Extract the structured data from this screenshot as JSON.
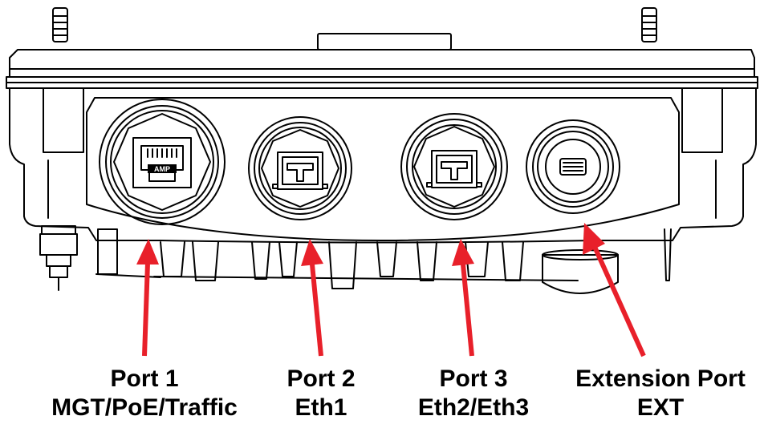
{
  "ports": [
    {
      "id": "port1",
      "name": "Port 1",
      "function": "MGT/PoE/Traffic",
      "connector": "rj45-amp"
    },
    {
      "id": "port2",
      "name": "Port 2",
      "function": "Eth1",
      "connector": "sfp"
    },
    {
      "id": "port3",
      "name": "Port 3",
      "function": "Eth2/Eth3",
      "connector": "sfp"
    },
    {
      "id": "ext",
      "name": "Extension Port",
      "function": "EXT",
      "connector": "extension"
    }
  ],
  "connector_badge": "AMP",
  "colors": {
    "line": "#000000",
    "arrow": "#e8202a",
    "background": "#ffffff"
  }
}
